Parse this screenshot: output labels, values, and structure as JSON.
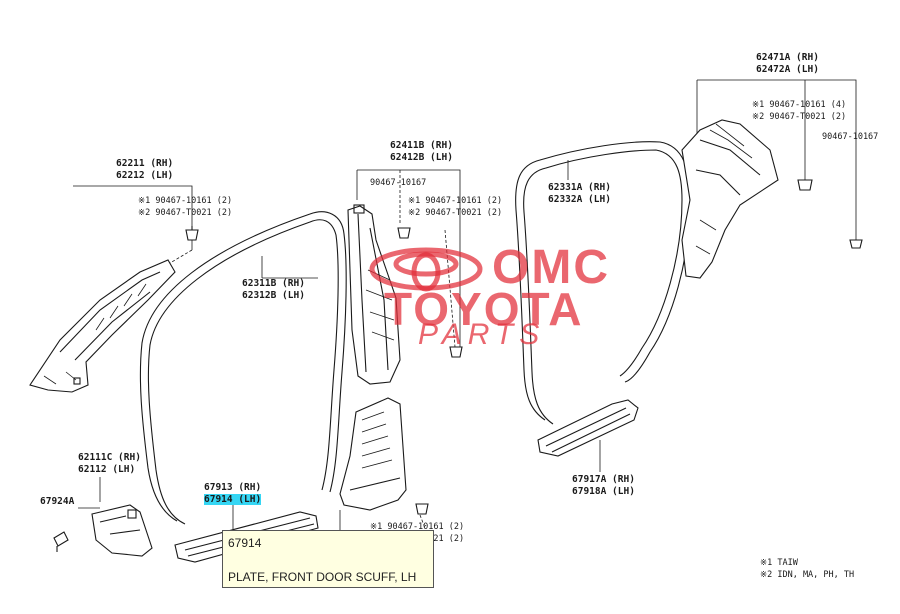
{
  "callouts": {
    "front_pillar_upper": [
      "62211 (RH)",
      "62212 (LH)"
    ],
    "front_pillar_screws": [
      "※1 90467-10161 (2)",
      "※2 90467-T0021 (2)"
    ],
    "front_weatherstrip": [
      "62311B (RH)",
      "62312B (LH)"
    ],
    "front_pillar_lower": [
      "62111C (RH)",
      "62112 (LH)"
    ],
    "front_pillar_lower_clip": "67924A",
    "front_scuff": [
      "67913 (RH)",
      "67914 (LH)"
    ],
    "center_pillar_upper": [
      "62411B (RH)",
      "62412B (LH)"
    ],
    "center_pillar_clip": "90467-10167",
    "center_pillar_screws": [
      "※1 90467-10161 (2)",
      "※2 90467-T0021 (2)"
    ],
    "center_pillar_lower_screws": [
      "※1 90467-10161 (2)",
      "※2 90467-T0021 (2)"
    ],
    "rear_weatherstrip": [
      "62331A (RH)",
      "62332A (LH)"
    ],
    "rear_scuff": [
      "67917A (RH)",
      "67918A (LH)"
    ],
    "quarter_trim": [
      "62471A (RH)",
      "62472A (LH)"
    ],
    "quarter_trim_screws": [
      "※1 90467-10161 (4)",
      "※2 90467-T0021 (2)"
    ],
    "quarter_trim_clip": "90467-10167"
  },
  "notes": [
    "※1 TAIW",
    "※2 IDN, MA, PH, TH"
  ],
  "watermark": {
    "line1": "OMC",
    "line2": "TOYOTA",
    "line3": "PARTS",
    "color": "#e22d37"
  },
  "tooltip": {
    "part_number": "67914",
    "description": "PLATE, FRONT DOOR SCUFF, LH"
  }
}
